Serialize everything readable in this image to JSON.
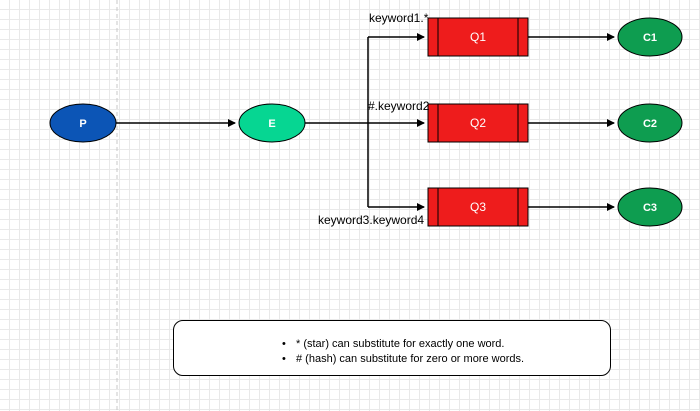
{
  "nodes": {
    "producer": {
      "label": "P",
      "color": "#0c55b6"
    },
    "exchange": {
      "label": "E",
      "color": "#06d692"
    },
    "queues": [
      {
        "label": "Q1",
        "binding_key": "keyword1.*"
      },
      {
        "label": "Q2",
        "binding_key": "#.keyword2"
      },
      {
        "label": "Q3",
        "binding_key": "keyword3.keyword4"
      }
    ],
    "consumers": [
      {
        "label": "C1"
      },
      {
        "label": "C2"
      },
      {
        "label": "C3"
      }
    ]
  },
  "colors": {
    "queue_fill": "#ee1c1c",
    "consumer_fill": "#0e9d50",
    "edge": "#000000"
  },
  "notes": [
    "* (star) can substitute for exactly one word.",
    "# (hash) can substitute for zero or more words."
  ]
}
